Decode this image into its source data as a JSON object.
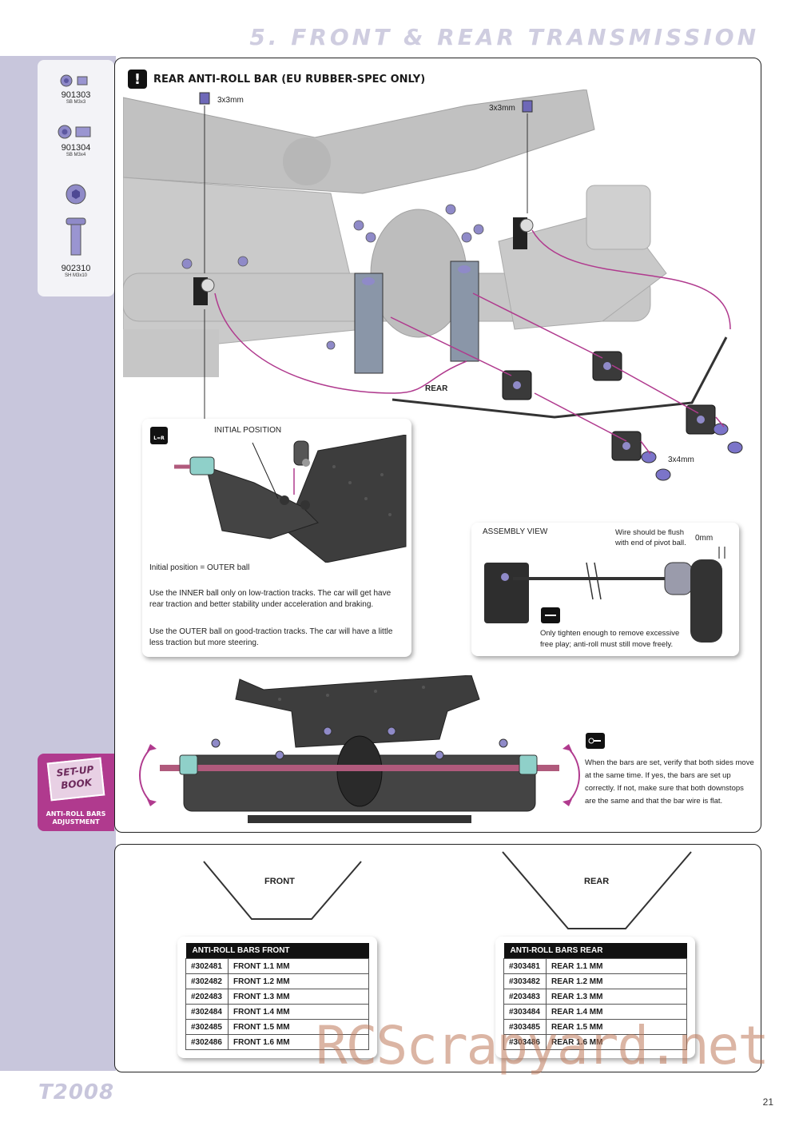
{
  "header": {
    "title": "5. FRONT & REAR TRANSMISSION"
  },
  "parts": [
    {
      "number": "901303",
      "desc": "SB M3x3"
    },
    {
      "number": "901304",
      "desc": "SB M3x4"
    },
    {
      "number": "902310",
      "desc": "SH M3x10"
    }
  ],
  "section": {
    "title": "REAR ANTI-ROLL BAR (EU RUBBER-SPEC ONLY)"
  },
  "labels": {
    "screw_3x3_left": "3x3mm",
    "screw_3x3_right": "3x3mm",
    "screw_3x4": "3x4mm",
    "rear_tag": "REAR",
    "lr_icon": "L=R",
    "initial_position": "INITIAL POSITION"
  },
  "initial_callout": {
    "line1": "Initial position = OUTER ball",
    "line2": "Use the INNER ball only on low-traction tracks. The car will get have rear traction and better stability under acceleration and braking.",
    "line3": "Use the OUTER ball on good-traction tracks. The car will have a little less traction but more steering."
  },
  "assembly_callout": {
    "title": "ASSEMBLY VIEW",
    "flush_note": "Wire should be flush with end of pivot ball.",
    "zero": "0mm",
    "tighten_note": "Only tighten enough to remove excessive free play; anti-roll must still move freely."
  },
  "verify_note": "When the bars are set, verify that both sides move at the same time. If yes, the bars are set up correctly. If not, make sure that both downstops are the same and that the bar wire is flat.",
  "setup_book": {
    "title": "SET-UP BOOK",
    "caption": "ANTI-ROLL BARS ADJUSTMENT"
  },
  "bar_labels": {
    "front": "FRONT",
    "rear": "REAR"
  },
  "front_table": {
    "header": "ANTI-ROLL BARS FRONT",
    "rows": [
      [
        "#302481",
        "FRONT 1.1 MM"
      ],
      [
        "#302482",
        "FRONT 1.2 MM"
      ],
      [
        "#202483",
        "FRONT 1.3 MM"
      ],
      [
        "#302484",
        "FRONT 1.4 MM"
      ],
      [
        "#302485",
        "FRONT 1.5 MM"
      ],
      [
        "#302486",
        "FRONT 1.6 MM"
      ]
    ]
  },
  "rear_table": {
    "header": "ANTI-ROLL BARS REAR",
    "rows": [
      [
        "#303481",
        "REAR 1.1 MM"
      ],
      [
        "#303482",
        "REAR 1.2 MM"
      ],
      [
        "#203483",
        "REAR 1.3 MM"
      ],
      [
        "#303484",
        "REAR 1.4 MM"
      ],
      [
        "#303485",
        "REAR 1.5 MM"
      ],
      [
        "#303486",
        "REAR 1.6 MM"
      ]
    ]
  },
  "footer": {
    "logo": "T2008",
    "page": "21",
    "watermark": "RCScrapyard.net"
  },
  "colors": {
    "lilac": "#c8c6dc",
    "magenta": "#b03a8e",
    "part_purple": "#7b74c9"
  }
}
